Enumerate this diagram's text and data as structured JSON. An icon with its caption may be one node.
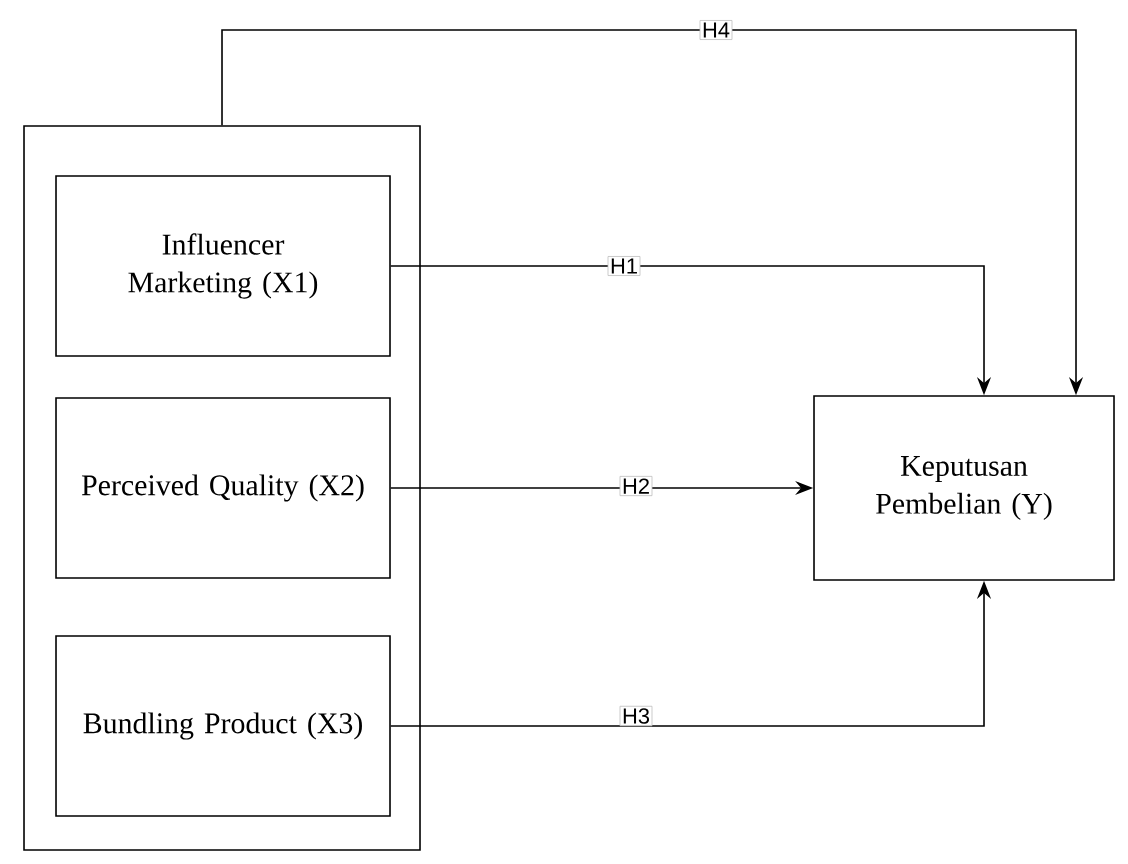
{
  "diagram": {
    "nodes": [
      {
        "text": [],
        "shape": "box"
      },
      {
        "text": [
          "Influencer Marketing (X1)"
        ],
        "in": 0
      },
      {
        "text": [
          "Perceived Quality (X2)"
        ],
        "in": 0
      },
      {
        "text": [
          "Bundling Product (X3)"
        ],
        "in": 0
      },
      {
        "text": [
          "Keputusan Pembelian (Y)"
        ]
      }
    ],
    "edges": [
      {
        "from": 1,
        "to": 4,
        "arrow": "to",
        "label": "H1"
      },
      {
        "from": 2,
        "to": 4,
        "arrow": "to",
        "label": "H2"
      },
      {
        "from": 3,
        "to": 4,
        "arrow": "to",
        "label": "H3"
      },
      {
        "from": 0,
        "to": 4,
        "arrow": "to",
        "label": "H4"
      }
    ]
  }
}
